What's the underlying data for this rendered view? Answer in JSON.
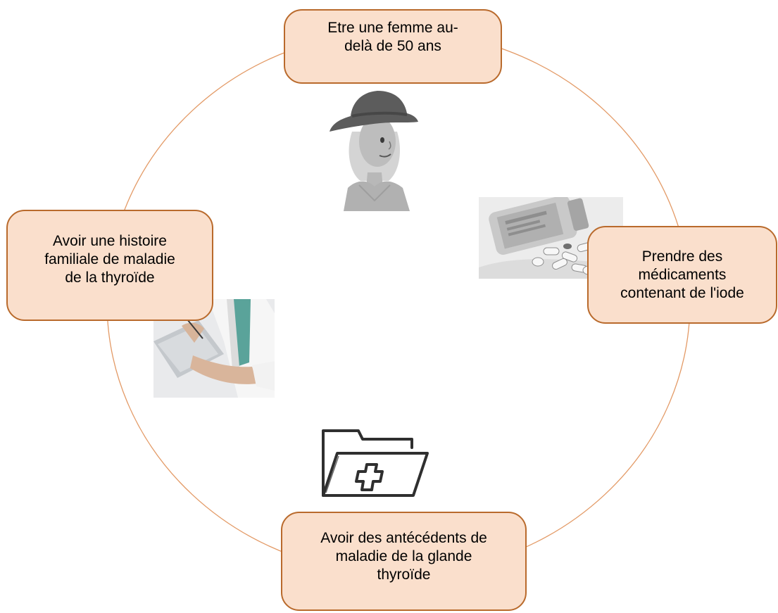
{
  "diagram": {
    "nodes": [
      {
        "id": "top",
        "lines": [
          "Etre une femme au-",
          "delà de 50 ans"
        ]
      },
      {
        "id": "right",
        "lines": [
          "Prendre des",
          "médicaments",
          "contenant de l'iode"
        ]
      },
      {
        "id": "bottom",
        "lines": [
          "Avoir des antécédents de",
          "maladie de la glande",
          "thyroïde"
        ]
      },
      {
        "id": "left",
        "lines": [
          "Avoir une histoire",
          "familiale de maladie",
          "de la thyroïde"
        ]
      }
    ],
    "pictures": {
      "top": "woman-in-hat-illustration",
      "right": "spilled-pill-bottle-photo",
      "bottom": "medical-folder-icon",
      "left": "doctor-writing-clipboard-photo"
    },
    "colors": {
      "node_fill": "#fadfcc",
      "node_border": "#b96a2c",
      "ring": "#e39a66",
      "text": "#000000"
    }
  }
}
